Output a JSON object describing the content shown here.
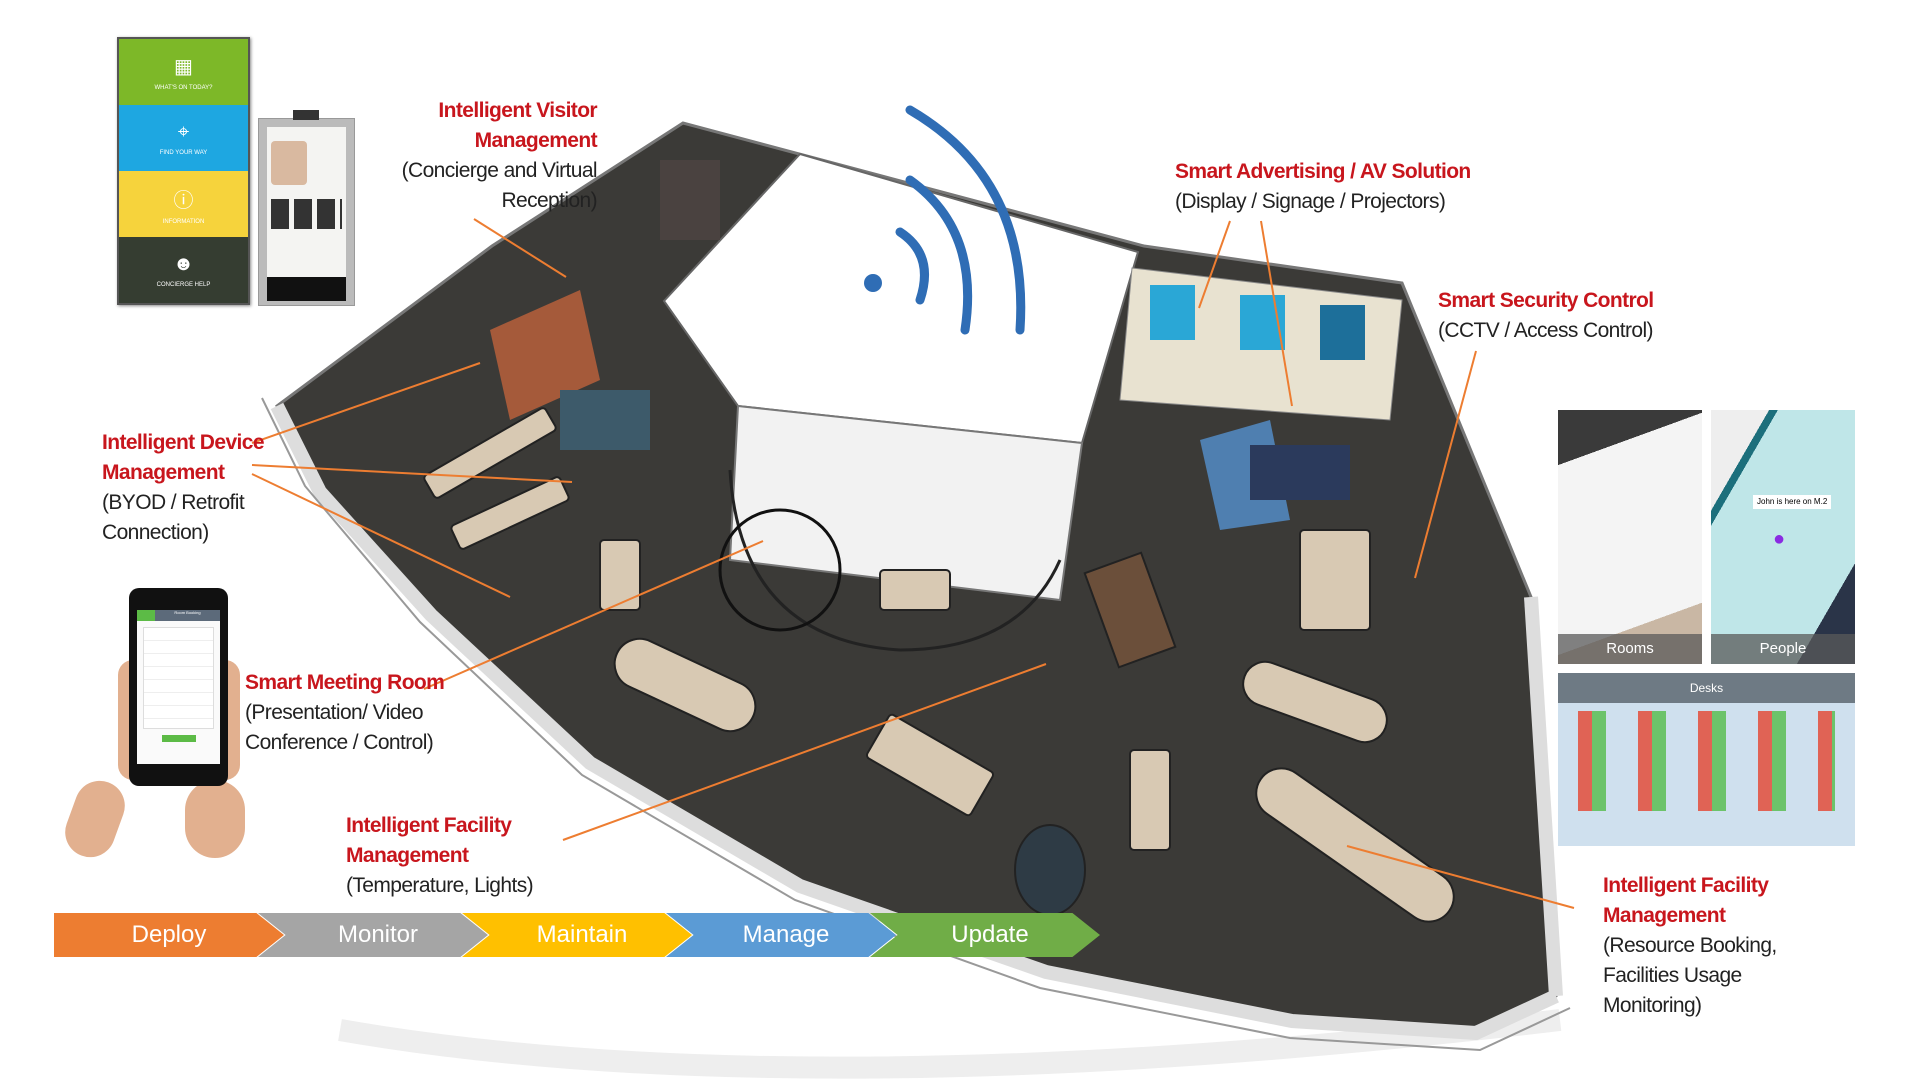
{
  "labels": {
    "visitor": {
      "title_1": "Intelligent Visitor",
      "title_2": "Management",
      "sub_1": "(Concierge and Virtual",
      "sub_2": "Reception)"
    },
    "device": {
      "title_1": "Intelligent Device",
      "title_2": "Management",
      "sub_1": "(BYOD / Retrofit",
      "sub_2": "Connection)"
    },
    "meeting": {
      "title": "Smart Meeting Room",
      "sub_1": "(Presentation/ Video",
      "sub_2": "Conference / Control)"
    },
    "facility_left": {
      "title_1": "Intelligent Facility",
      "title_2": "Management",
      "sub": "(Temperature, Lights)"
    },
    "advertising": {
      "title": "Smart Advertising / AV Solution",
      "sub": "(Display / Signage / Projectors)"
    },
    "security": {
      "title": "Smart Security Control",
      "sub": "(CCTV  / Access Control)"
    },
    "facility_right": {
      "title_1": "Intelligent Facility",
      "title_2": "Management",
      "sub_1": "(Resource Booking,",
      "sub_2": "Facilities Usage",
      "sub_3": "Monitoring)"
    }
  },
  "kiosk": {
    "items": [
      {
        "label": "WHAT'S ON TODAY?",
        "icon": "calendar-icon",
        "color": "#7db828"
      },
      {
        "label": "FIND YOUR WAY",
        "icon": "map-pin-icon",
        "color": "#1ea7e1"
      },
      {
        "label": "INFORMATION",
        "icon": "info-icon",
        "color": "#f6d33c"
      },
      {
        "label": "CONCIERGE HELP",
        "icon": "concierge-icon",
        "color": "#353d31"
      }
    ]
  },
  "tablet": {
    "header": "Room Booking"
  },
  "panels": {
    "rooms": "Rooms",
    "people": "People",
    "desks": "Desks",
    "people_tooltip": "John is here on M.2"
  },
  "process": [
    {
      "label": "Deploy",
      "color": "#ed7d31"
    },
    {
      "label": "Monitor",
      "color": "#a5a5a5"
    },
    {
      "label": "Maintain",
      "color": "#ffc000"
    },
    {
      "label": "Manage",
      "color": "#5b9bd5"
    },
    {
      "label": "Update",
      "color": "#70ad47"
    }
  ],
  "colors": {
    "label_title": "#c8161d",
    "leader": "#ed7d31",
    "wifi": "#2f6db5",
    "floor": "#3b3a37"
  }
}
